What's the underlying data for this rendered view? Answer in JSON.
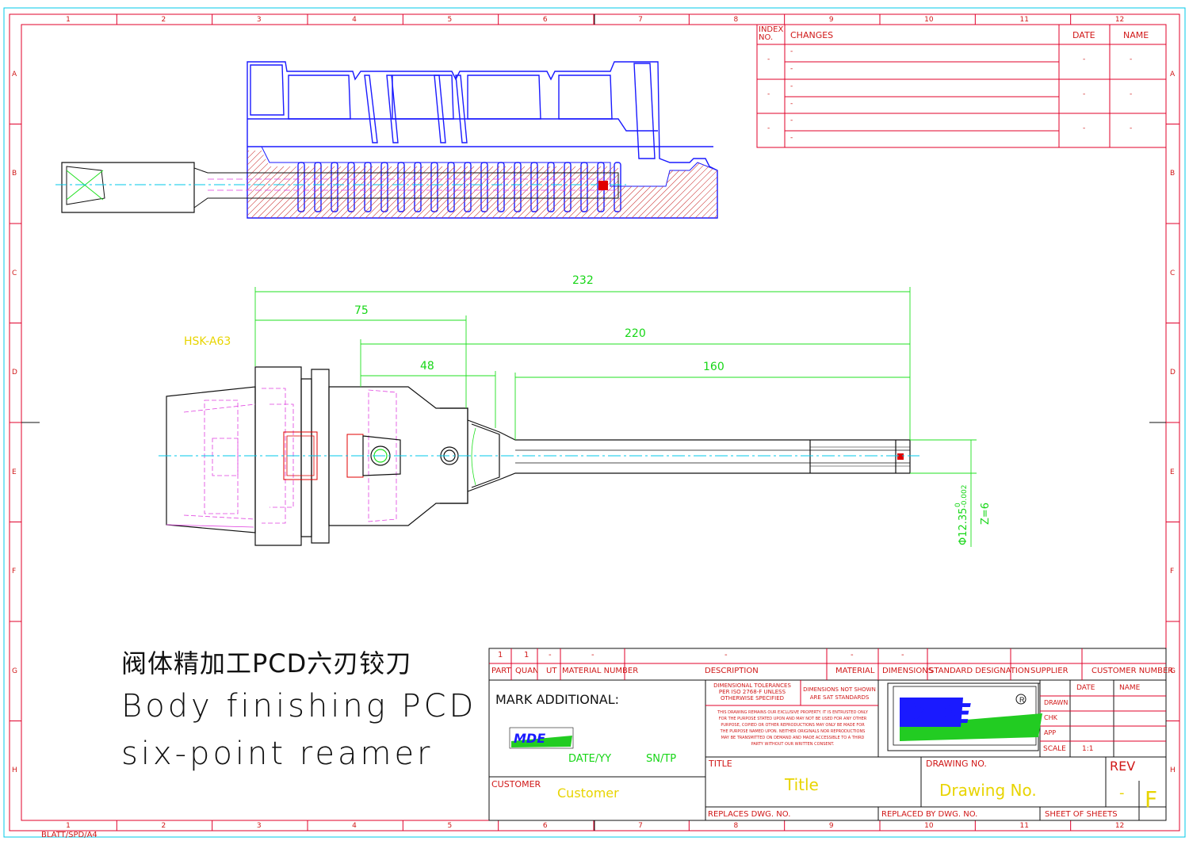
{
  "dimensions": {
    "overall_length": "232",
    "shank_length": "75",
    "tool_length": "220",
    "body_length": "48",
    "reach_length": "160",
    "holder": "HSK-A63",
    "diameter": "Φ12.35",
    "diameter_tol": "-0.002",
    "diameter_tol_zero": "0",
    "teeth": "Z=6"
  },
  "border": {
    "columns": [
      "1",
      "2",
      "3",
      "4",
      "5",
      "6",
      "7",
      "8",
      "9",
      "10",
      "11",
      "12"
    ],
    "rows": [
      "A",
      "B",
      "C",
      "D",
      "E",
      "F",
      "G",
      "H"
    ],
    "sheet_code": "BLATT/SPD/A4"
  },
  "revision_table": {
    "headers": {
      "index": "INDEX NO.",
      "changes": "CHANGES",
      "date": "DATE",
      "name": "NAME"
    },
    "placeholder": "-"
  },
  "parts_list": {
    "row1": [
      "1",
      "1",
      "-",
      "-",
      "-",
      "-",
      "-",
      "-",
      "-",
      "-",
      "-"
    ],
    "headers": [
      "PART",
      "QUAN",
      "UT",
      "MATERIAL NUMBER",
      "DESCRIPTION",
      "MATERIAL",
      "DIMENSIONS",
      "STANDARD DESIGNATION",
      "SUPPLIER",
      "CUSTOMER NUMBER"
    ]
  },
  "title_block": {
    "mark_additional": "MARK ADDITIONAL:",
    "date": "DATE/YY",
    "sn": "SN/TP",
    "customer_label": "CUSTOMER",
    "customer_value": "Customer",
    "tolerance_title": "DIMENSIONAL TOLERANCES PER ISO 2768-F UNLESS OTHERWISE SPECIFIED",
    "dims_not_shown": "DIMENSIONS NOT SHOWN ARE SAT STANDARDS",
    "proprietary": "THIS DRAWING REMAINS OUR EXCLUSIVE PROPERTY. IT IS ENTRUSTED ONLY FOR THE PURPOSE STATED UPON AND MAY NOT BE USED FOR ANY OTHER PURPOSE, COPIED OR OTHER REPRODUCTIONS MAY ONLY BE MADE FOR THE PURPOSE NAMED UPON. NEITHER ORIGINALS NOR REPRODUCTIONS MAY BE TRANSMITTED ON DEMAND AND MADE ACCESSIBLE TO A THIRD PARTY WITHOUT OUR WRITTEN CONSENT.",
    "drawn": "DRAWN",
    "chk": "CHK",
    "app": "APP",
    "scale_label": "SCALE",
    "scale_value": "1:1",
    "date_hdr": "DATE",
    "name_hdr": "NAME",
    "title_label": "TITLE",
    "title_value": "Title",
    "drawing_no_label": "DRAWING NO.",
    "drawing_no_value": "Drawing No.",
    "rev_label": "REV",
    "rev_value": "-",
    "size": "F",
    "replaces": "REPLACES DWG. NO.",
    "replaced_by": "REPLACED BY DWG. NO.",
    "sheet_of": "SHEET OF  SHEETS",
    "logo_text": "MDE",
    "logo_small": "MDE"
  },
  "caption": {
    "chinese": "阀体精加工PCD六刃铰刀",
    "english_line1": "Body finishing PCD",
    "english_line2": "six-point reamer"
  },
  "colors": {
    "frame": "#e0002a",
    "cyan": "#00c8e8",
    "blue": "#1a1aff",
    "green": "#20e020",
    "magenta": "#e040e0",
    "yellow": "#e8d400",
    "black": "#111111"
  }
}
